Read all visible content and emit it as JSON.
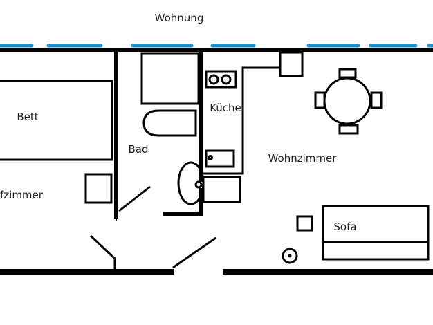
{
  "title": "Wohnung",
  "rooms": {
    "bedroom": "fzimmer",
    "bath": "Bad",
    "kitchen": "Küche",
    "living": "Wohnzimmer"
  },
  "furniture": {
    "bed": "Bett",
    "sofa": "Sofa"
  },
  "colors": {
    "window": "#1e90d0",
    "wall": "#000000"
  }
}
